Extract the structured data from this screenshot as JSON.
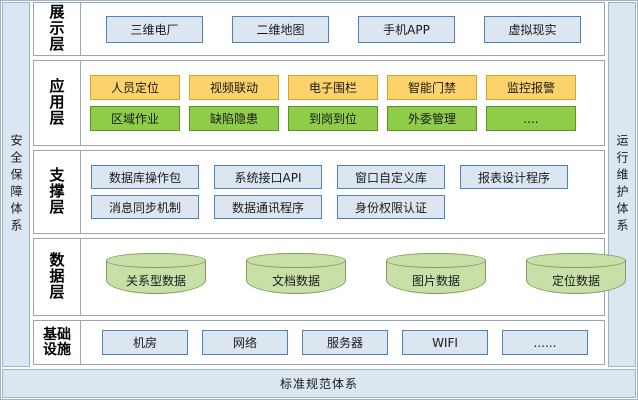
{
  "diagram": {
    "left_band": {
      "label": "安全保障体系"
    },
    "right_band": {
      "label": "运行维护体系"
    },
    "bottom_bar": {
      "label": "标准规范体系"
    },
    "layers": [
      {
        "id": "presentation",
        "label": "展示层",
        "nodes": [
          "三维电厂",
          "二维地图",
          "手机APP",
          "虚拟现实"
        ]
      },
      {
        "id": "application",
        "label": "应用层",
        "row1": [
          "人员定位",
          "视频联动",
          "电子围栏",
          "智能门禁",
          "监控报警"
        ],
        "row2": [
          "区域作业",
          "缺陷隐患",
          "到岗到位",
          "外委管理",
          "...."
        ]
      },
      {
        "id": "support",
        "label": "支撑层",
        "row1": [
          "数据库操作包",
          "系统接口API",
          "窗口自定义库",
          "报表设计程序"
        ],
        "row2": [
          "消息同步机制",
          "数据通讯程序",
          "身份权限认证"
        ]
      },
      {
        "id": "data",
        "label": "数据层",
        "nodes": [
          "关系型数据",
          "文档数据",
          "图片数据",
          "定位数据"
        ]
      },
      {
        "id": "infrastructure",
        "label": "基础设施",
        "nodes": [
          "机房",
          "网络",
          "服务器",
          "WIFI",
          "......"
        ]
      }
    ]
  },
  "colors": {
    "blue_fill": "#dce6f1",
    "blue_border": "#4f81bd",
    "orange_fill": "#fcd36a",
    "orange_border": "#d9a22b",
    "green_fill": "#8fcc4a",
    "green_border": "#5f9422",
    "cylinder_fill": "#c8e0a8",
    "cylinder_border": "#7f9f5f",
    "band_fill": "#dce6f1",
    "frame_border": "#9fb4cc"
  }
}
